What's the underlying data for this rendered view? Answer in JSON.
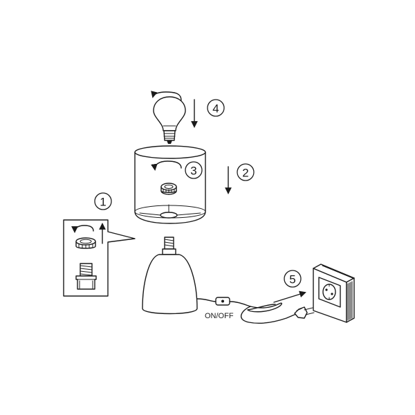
{
  "steps": {
    "step1": "1",
    "step2": "2",
    "step3": "3",
    "step4": "4",
    "step5": "5"
  },
  "switch_label": "ON/OFF"
}
